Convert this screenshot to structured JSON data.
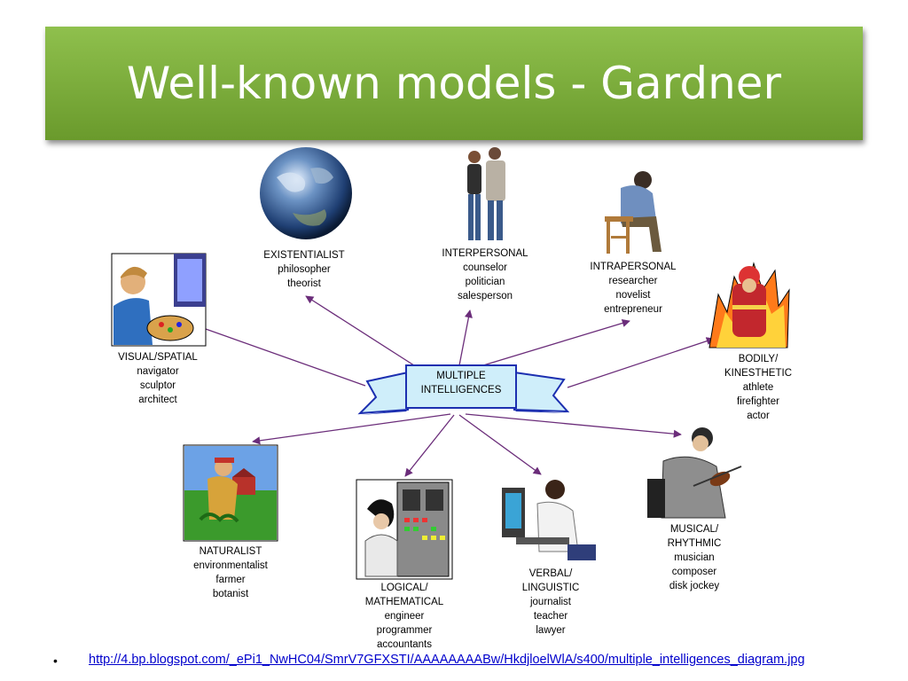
{
  "slide": {
    "title": "Well-known models - Gardner"
  },
  "diagram": {
    "center": {
      "line1": "MULTIPLE",
      "line2": "INTELLIGENCES"
    },
    "nodes": {
      "existentialist": {
        "head": "EXISTENTIALIST",
        "items": [
          "philosopher",
          "theorist"
        ]
      },
      "interpersonal": {
        "head": "INTERPERSONAL",
        "items": [
          "counselor",
          "politician",
          "salesperson"
        ]
      },
      "intrapersonal": {
        "head": "INTRAPERSONAL",
        "items": [
          "researcher",
          "novelist",
          "entrepreneur"
        ]
      },
      "visual": {
        "head": "VISUAL/SPATIAL",
        "items": [
          "navigator",
          "sculptor",
          "architect"
        ]
      },
      "bodily": {
        "head": "BODILY/",
        "head2": "KINESTHETIC",
        "items": [
          "athlete",
          "firefighter",
          "actor"
        ]
      },
      "naturalist": {
        "head": "NATURALIST",
        "items": [
          "environmentalist",
          "farmer",
          "botanist"
        ]
      },
      "logical": {
        "head": "LOGICAL/",
        "head2": "MATHEMATICAL",
        "items": [
          "engineer",
          "programmer",
          "accountants"
        ]
      },
      "verbal": {
        "head": "VERBAL/",
        "head2": "LINGUISTIC",
        "items": [
          "journalist",
          "teacher",
          "lawyer"
        ]
      },
      "musical": {
        "head": "MUSICAL/",
        "head2": "RHYTHMIC",
        "items": [
          "musician",
          "composer",
          "disk jockey"
        ]
      }
    },
    "arrow_color": "#6b2d7a",
    "ribbon_color": "#cfeefa",
    "ribbon_shadow": "#1c2fb0"
  },
  "footer": {
    "bullet": "•",
    "link": "http://4.bp.blogspot.com/_ePi1_NwHC04/SmrV7GFXSTI/AAAAAAAABw/HkdjloelWlA/s400/multiple_intelligences_diagram.jpg"
  }
}
